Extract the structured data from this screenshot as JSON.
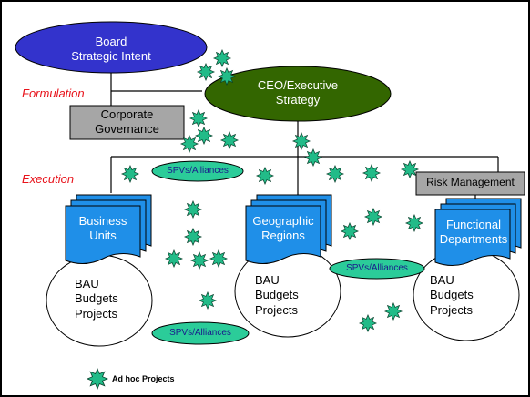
{
  "labels": {
    "formulation": "Formulation",
    "execution": "Execution"
  },
  "nodes": {
    "board": [
      "Board",
      "Strategic Intent"
    ],
    "ceo": [
      "CEO/Executive",
      "Strategy"
    ],
    "governance": [
      "Corporate",
      "Governance"
    ],
    "risk": "Risk Management",
    "business_units": [
      "Business",
      "Units"
    ],
    "geographic": [
      "Geographic",
      "Regions"
    ],
    "functional": [
      "Functional",
      "Departments"
    ],
    "bau": [
      "BAU",
      "Budgets",
      "Projects"
    ],
    "spv": "SPVs/Alliances"
  },
  "legend": {
    "label": "Ad hoc Projects"
  },
  "colors": {
    "board": "#3333cc",
    "ceo": "#336600",
    "grey_box": "#a6a6a6",
    "doc": "#1f8fe8",
    "spv": "#2bcc99",
    "star": "#22bb88",
    "accent_text": "#e8131b"
  }
}
